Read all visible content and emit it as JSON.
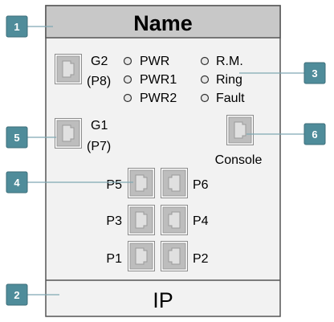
{
  "device": {
    "name": "Name",
    "ip": "IP"
  },
  "ports": {
    "g2": {
      "name": "G2",
      "alias": "(P8)"
    },
    "g1": {
      "name": "G1",
      "alias": "(P7)"
    },
    "console": "Console",
    "grid": [
      "P5",
      "P6",
      "P3",
      "P4",
      "P1",
      "P2"
    ]
  },
  "leds": [
    "PWR",
    "PWR1",
    "PWR2",
    "R.M.",
    "Ring",
    "Fault"
  ],
  "callouts": [
    "1",
    "2",
    "3",
    "4",
    "5",
    "6"
  ],
  "colors": {
    "header_bg": "#c8c8c8",
    "panel_bg": "#f2f2f2",
    "panel_border": "#555555",
    "callout_bg": "#4f8c9a",
    "callout_edge": "#3c6e7a",
    "leader_line": "#7fa8b3",
    "port_fill": "#d4d4d4",
    "port_socket": "#ffffff"
  }
}
